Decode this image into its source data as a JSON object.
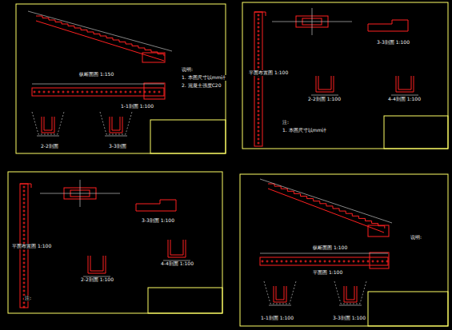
{
  "diagram": {
    "labels": [
      "纵断面图 1:150",
      "1-1剖面 1:100",
      "2-2剖面",
      "3-3剖面",
      "说明:",
      "1. 本图尺寸以mm计",
      "2. 混凝土强度C20",
      "平面布置图 1:100",
      "3-3剖面 1:100",
      "2-2剖面 1:100",
      "4-4剖面 1:100",
      "注:",
      "1. 本图尺寸以mm计",
      "平面布置图 1:100",
      "3-3剖面 1:100",
      "2-2剖面 1:100",
      "4-4剖面 1:100",
      "注:",
      "纵断面图 1:100",
      "平面图 1:100",
      "1-1剖面 1:100",
      "3-3剖面 1:100",
      "说明:"
    ]
  }
}
